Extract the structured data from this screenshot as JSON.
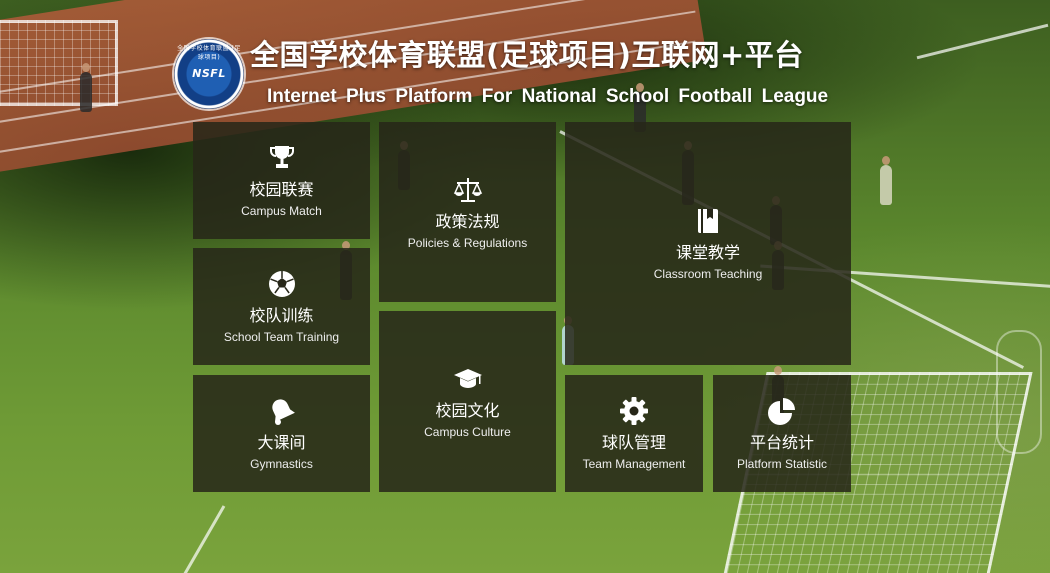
{
  "header": {
    "logo_text": "NSFL",
    "logo_ring_text": "全国学校体育联盟 (足球项目)",
    "title_cn": "全国学校体育联盟(足球项目)互联网+平台",
    "title_en": "Internet Plus Platform For National School Football League"
  },
  "tiles": [
    {
      "key": "campus-match",
      "cn": "校园联赛",
      "en": "Campus Match",
      "icon": "trophy-icon"
    },
    {
      "key": "policies",
      "cn": "政策法规",
      "en": "Policies & Regulations",
      "icon": "scales-icon"
    },
    {
      "key": "classroom",
      "cn": "课堂教学",
      "en": "Classroom Teaching",
      "icon": "book-icon"
    },
    {
      "key": "team-training",
      "cn": "校队训练",
      "en": "School Team Training",
      "icon": "football-icon"
    },
    {
      "key": "campus-culture",
      "cn": "校园文化",
      "en": "Campus Culture",
      "icon": "graduation-cap-icon"
    },
    {
      "key": "gymnastics",
      "cn": "大课间",
      "en": "Gymnastics",
      "icon": "bell-icon"
    },
    {
      "key": "team-management",
      "cn": "球队管理",
      "en": "Team Management",
      "icon": "gear-icon"
    },
    {
      "key": "statistic",
      "cn": "平台统计",
      "en": "Platform Statistic",
      "icon": "pie-chart-icon"
    }
  ],
  "colors": {
    "tile_bg": "#26261899",
    "text": "#ffffff",
    "logo_blue": "#1f5fb3"
  }
}
